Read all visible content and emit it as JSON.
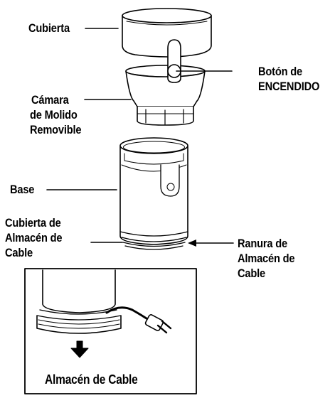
{
  "labels": {
    "cover": "Cubierta",
    "on_button": [
      "Botón de",
      "ENCENDIDO"
    ],
    "grinding_chamber": [
      "Cámara",
      "de Molido",
      "Removible"
    ],
    "base": "Base",
    "cord_storage_cover": [
      "Cubierta de",
      "Almacén de",
      "Cable"
    ],
    "cord_storage_slot": [
      "Ranura de",
      "Almacén de",
      "Cable"
    ]
  },
  "inset": {
    "caption": "Almacén de Cable"
  },
  "colors": {
    "line": "#000000",
    "fill": "#ffffff"
  }
}
